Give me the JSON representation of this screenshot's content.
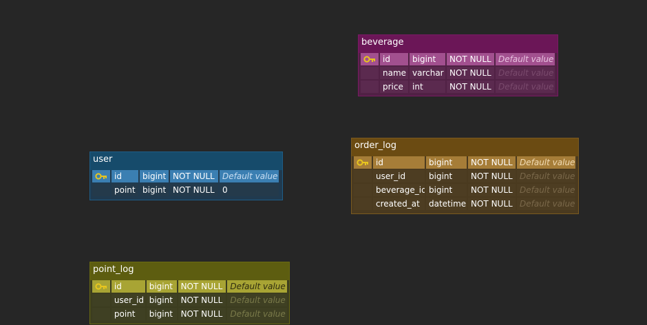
{
  "tables": {
    "beverage": {
      "name": "beverage",
      "columns": [
        {
          "name": "id",
          "type": "bigint",
          "nullability": "NOT NULL",
          "default": "Default value",
          "primary_key": true
        },
        {
          "name": "name",
          "type": "varchar",
          "nullability": "NOT NULL",
          "default": "Default value"
        },
        {
          "name": "price",
          "type": "int",
          "nullability": "NOT NULL",
          "default": "Default value"
        }
      ]
    },
    "user": {
      "name": "user",
      "columns": [
        {
          "name": "id",
          "type": "bigint",
          "nullability": "NOT NULL",
          "default": "Default value",
          "primary_key": true
        },
        {
          "name": "point",
          "type": "bigint",
          "nullability": "NOT NULL",
          "default": "0"
        }
      ]
    },
    "order_log": {
      "name": "order_log",
      "columns": [
        {
          "name": "id",
          "type": "bigint",
          "nullability": "NOT NULL",
          "default": "Default value",
          "primary_key": true
        },
        {
          "name": "user_id",
          "type": "bigint",
          "nullability": "NOT NULL",
          "default": "Default value"
        },
        {
          "name": "beverage_id",
          "type": "bigint",
          "nullability": "NOT NULL",
          "default": "Default value"
        },
        {
          "name": "created_at",
          "type": "datetime",
          "nullability": "NOT NULL",
          "default": "Default value"
        }
      ]
    },
    "point_log": {
      "name": "point_log",
      "columns": [
        {
          "name": "id",
          "type": "bigint",
          "nullability": "NOT NULL",
          "default": "Default value",
          "primary_key": true
        },
        {
          "name": "user_id",
          "type": "bigint",
          "nullability": "NOT NULL",
          "default": "Default value"
        },
        {
          "name": "point",
          "type": "bigint",
          "nullability": "NOT NULL",
          "default": "Default value"
        }
      ]
    }
  },
  "icons": {
    "primary_key": "key-icon"
  },
  "colors": {
    "canvas": "#262626",
    "beverage": "#6b1657",
    "user": "#164b6b",
    "order_log": "#6b4b12",
    "point_log": "#5d5d10",
    "key": "#e8c61e"
  }
}
